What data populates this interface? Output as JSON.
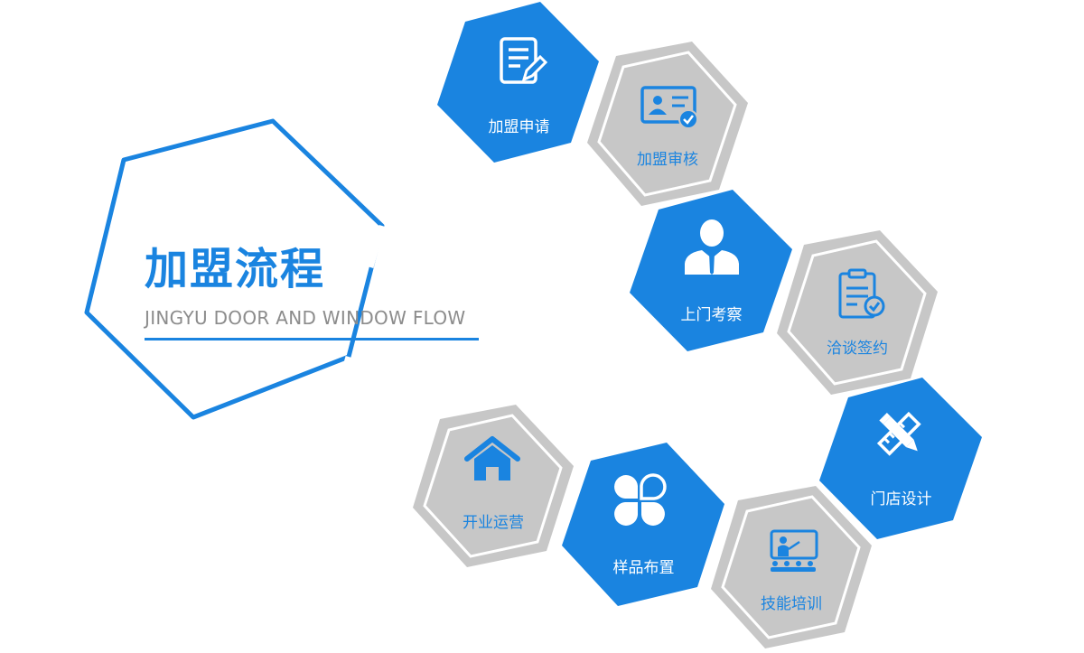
{
  "title": "加盟流程",
  "subtitle": "JINGYU DOOR AND WINDOW FLOW",
  "colors": {
    "blue": "#1a84e0",
    "grey": "#c7c7c7",
    "white": "#ffffff"
  },
  "steps": [
    {
      "label": "加盟申请",
      "icon": "application-form-icon"
    },
    {
      "label": "加盟审核",
      "icon": "id-card-check-icon"
    },
    {
      "label": "上门考察",
      "icon": "businessman-icon"
    },
    {
      "label": "洽谈签约",
      "icon": "clipboard-check-icon"
    },
    {
      "label": "门店设计",
      "icon": "design-tools-icon"
    },
    {
      "label": "技能培训",
      "icon": "training-board-icon"
    },
    {
      "label": "样品布置",
      "icon": "four-petal-icon"
    },
    {
      "label": "开业运营",
      "icon": "home-icon"
    }
  ]
}
